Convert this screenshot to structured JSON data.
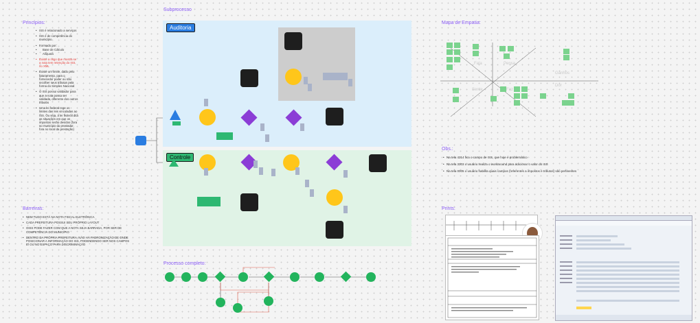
{
  "principios": {
    "title": "Princípios:",
    "items": [
      "ISS é relacionado a serviços",
      "ISS é de competência do município",
      "Formado por:",
      "Existe a risgo que mostra se a nota tem retenção do ISS, no XML",
      "Existe um limite, dado pelo faturamento, para o fornecedor poder ou não recolher seus tributos pela forma do Simples Nacional",
      "O ISS possui validador para que a nota possa ser validada, diferente dos outros tributos",
      "Uma lei federal rege os limites das leis vinculadas ao ISS. Ou seja, a lei federal dita as situações em que os impostos serão devidos (fora no município do prestador, fora no local da prestação)"
    ],
    "sub_items": [
      "Base de Cálculo",
      "Alíquota"
    ]
  },
  "barreiras": {
    "title": "Barreiras:",
    "items": [
      "NEM TUDO ESTÁ NA NOTA FISCAL ELETRÔNICA",
      "CADA PREFEITURA POSSUI SEU PRÓPRIO LAYOUT",
      "OISS PODE FAZER COM QUE A NOTA SEJA BARRADA, POR SER DE COMPETÊNCIA DO MUNICÍPIO",
      "DENTRO DA PRÓPRIA PREFEITURA, NÃO HÁ PADRONIZAÇÃO DE ONDE POSICIONAR A INFORMAÇÃO DO ISS, PODENDENDO SER NOS CAMPOS E/ OU NO ESPAÇO PARA DISCRIMINAÇÃO"
    ]
  },
  "subprocesso": {
    "title": "Subprocesso",
    "lane_auditoria": "Auditoria",
    "lane_controle": "Controle"
  },
  "processo_completo": {
    "title": "Processo completo:"
  },
  "mapa_empatia": {
    "title": "Mapa de Empatia:",
    "quadrants": [
      "Fala",
      "Pensa",
      "Ganhos",
      "Sente",
      "Faz",
      "Dor"
    ]
  },
  "obs": {
    "title": "Obs.:",
    "items": [
      "Na tela 4214 fica o campo de ISS, que hoje é problemático",
      "Na tela 3303 o usuário realiza o workaround para adicionar o valor do ISS",
      "Na tela 0005 o usuário habilita quais campos (referentes a impostos e tributos) são pertinentes"
    ]
  },
  "prints": {
    "title": "Prints:"
  },
  "colors": {
    "accent": "#8b5cf6",
    "auditoria_bg": "#dbeefb",
    "controle_bg": "#e0f3e6",
    "sticky_green": "#7bd38e",
    "node_purple": "#8b3dd6",
    "node_yellow": "#ffc61a",
    "node_dark": "#1e1e1e"
  }
}
